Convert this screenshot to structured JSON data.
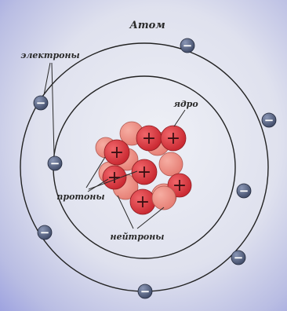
{
  "title": "Атом",
  "labels": {
    "electrons": "электроны",
    "nucleus": "ядро",
    "protons": "протоны",
    "neutrons": "нейтроны"
  },
  "symbols": {
    "proton": "+",
    "electron": "−"
  },
  "colors": {
    "background": "#dfe1ee",
    "orbit": "#222222",
    "proton": "#d9383f",
    "neutron": "#ef8f84",
    "electron": "#4d5a78",
    "label": "#2a2a2a"
  }
}
